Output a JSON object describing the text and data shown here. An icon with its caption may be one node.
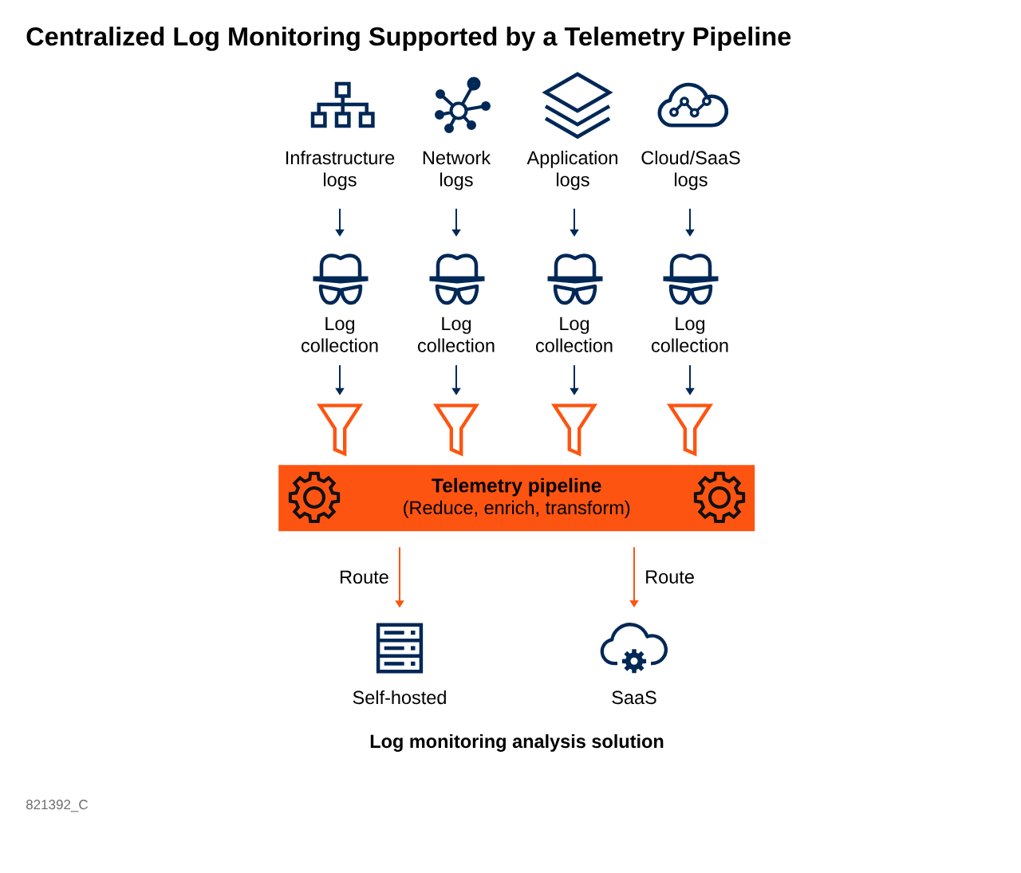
{
  "diagram": {
    "title": "Centralized Log Monitoring Supported by a Telemetry Pipeline",
    "nodes": [
      {
        "text": [
          "Infrastructure logs"
        ]
      },
      {
        "text": [
          "Network logs"
        ]
      },
      {
        "text": [
          "Application logs"
        ]
      },
      {
        "text": [
          "Cloud/SaaS logs"
        ]
      },
      {
        "text": [
          "Log collection"
        ]
      },
      {
        "text": [
          "Log collection"
        ]
      },
      {
        "text": [
          "Log collection"
        ]
      },
      {
        "text": [
          "Log collection"
        ]
      },
      {
        "text": [],
        "shape": "funnel"
      },
      {
        "text": [],
        "shape": "funnel"
      },
      {
        "text": [],
        "shape": "funnel"
      },
      {
        "text": [],
        "shape": "funnel"
      },
      {
        "text": [
          "Telemetry pipeline",
          "(Reduce, enrich, transform)"
        ]
      },
      {
        "text": [
          "Self-hosted"
        ]
      },
      {
        "text": [
          "SaaS"
        ]
      }
    ],
    "edges": [
      {
        "from": 0,
        "to": 4,
        "arrow": "to"
      },
      {
        "from": 1,
        "to": 5,
        "arrow": "to"
      },
      {
        "from": 2,
        "to": 6,
        "arrow": "to"
      },
      {
        "from": 3,
        "to": 7,
        "arrow": "to"
      },
      {
        "from": 4,
        "to": 8,
        "arrow": "to"
      },
      {
        "from": 5,
        "to": 9,
        "arrow": "to"
      },
      {
        "from": 6,
        "to": 10,
        "arrow": "to"
      },
      {
        "from": 7,
        "to": 11,
        "arrow": "to"
      },
      {
        "from": 12,
        "to": 13,
        "arrow": "to",
        "label": "Route",
        "color": "#fd5411"
      },
      {
        "from": 12,
        "to": 14,
        "arrow": "to",
        "label": "Route",
        "color": "#fd5411"
      }
    ],
    "labels": [
      "Log monitoring analysis solution",
      "821392_C"
    ]
  }
}
